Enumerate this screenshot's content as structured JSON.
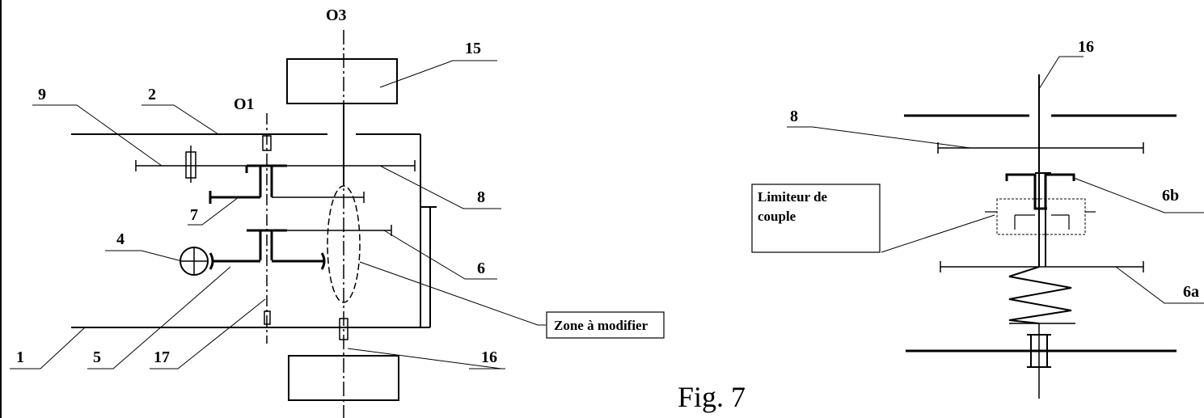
{
  "figure": {
    "caption": "Fig. 7",
    "axes": {
      "o1": "O1",
      "o3": "O3"
    },
    "left_labels": {
      "l15": "15",
      "l9": "9",
      "l2": "2",
      "l8": "8",
      "l7": "7",
      "l4": "4",
      "l6": "6",
      "l1": "1",
      "l5": "5",
      "l17": "17",
      "l16": "16"
    },
    "zone_box": "Zone à modifier",
    "right_labels": {
      "r16": "16",
      "r8": "8",
      "r6b": "6b",
      "r6a": "6a"
    },
    "limiter_box": {
      "line1": "Limiteur de",
      "line2": "couple"
    }
  }
}
